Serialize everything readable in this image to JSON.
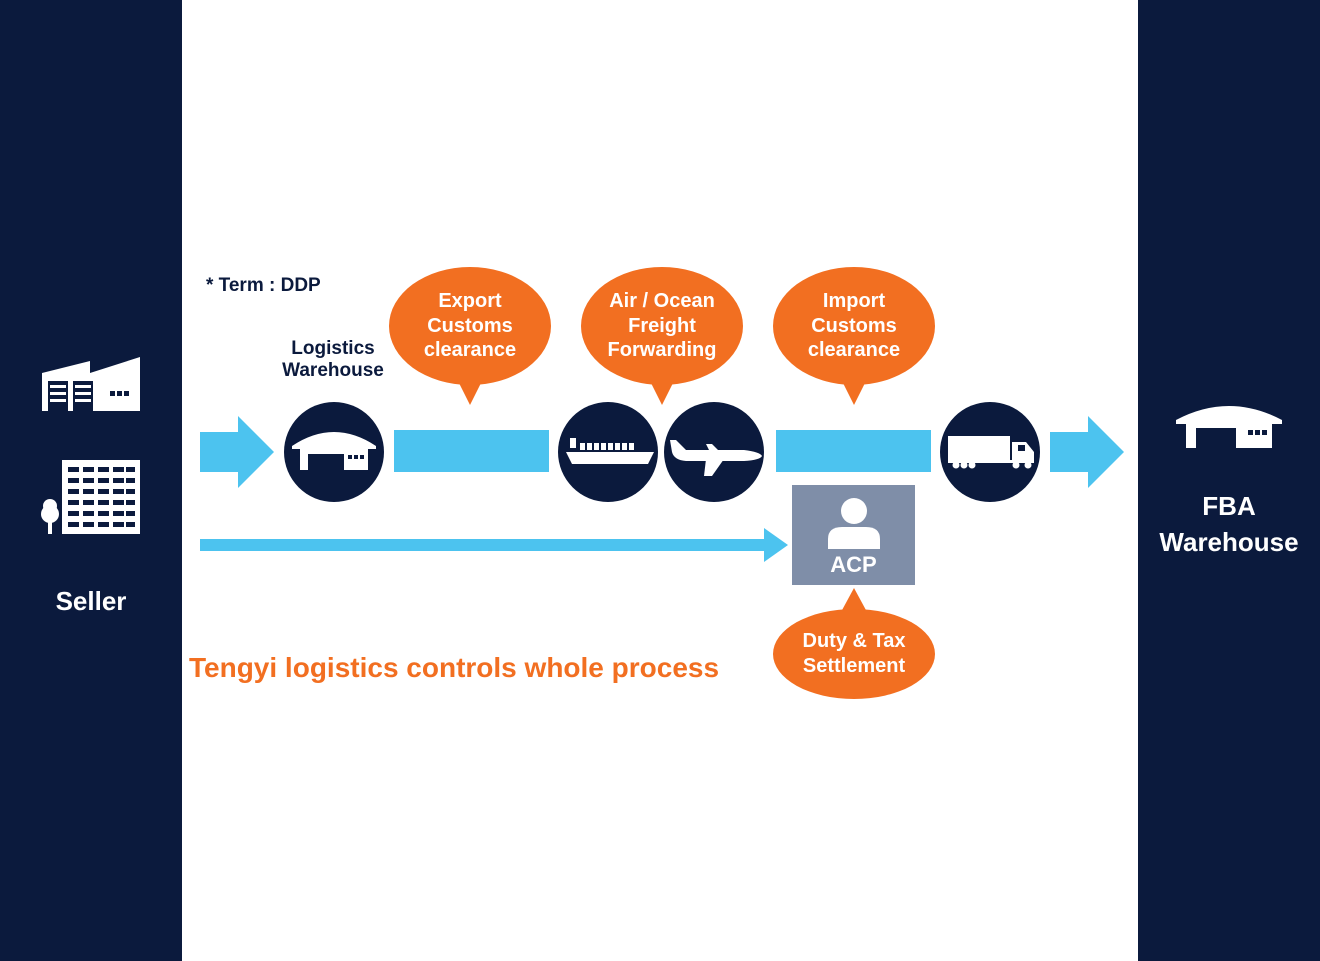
{
  "colors": {
    "navy": "#0b1a3d",
    "orange": "#f26f21",
    "cyan": "#4cc3ef",
    "acp_gray": "#7f8ea8",
    "white": "#ffffff"
  },
  "seller": {
    "label": "Seller",
    "icons": [
      "factory-icon",
      "office-building-icon"
    ]
  },
  "fba": {
    "label_line1": "FBA",
    "label_line2": "Warehouse",
    "icon": "warehouse-icon"
  },
  "term": "* Term : DDP",
  "logistics_warehouse": {
    "line1": "Logistics",
    "line2": "Warehouse",
    "icon": "warehouse-icon"
  },
  "bubbles": {
    "export": "Export\nCustoms\nclearance",
    "freight": "Air / Ocean\nFreight\nForwarding",
    "import": "Import\nCustoms\nclearance",
    "duty": "Duty & Tax\nSettlement"
  },
  "transport_icons": [
    "ship-icon",
    "airplane-icon",
    "truck-icon"
  ],
  "acp": {
    "label": "ACP",
    "icon": "person-icon"
  },
  "footer": "Tengyi logistics controls whole process"
}
